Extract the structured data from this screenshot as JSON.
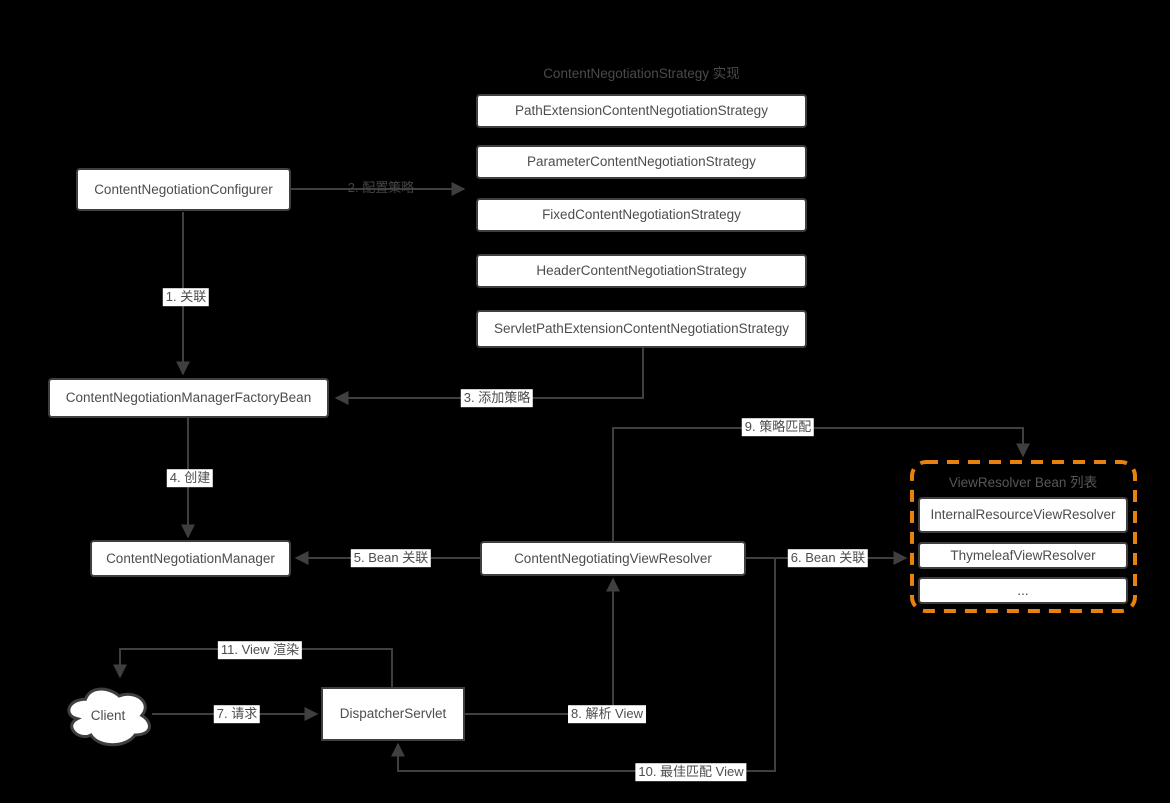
{
  "strategy_group": {
    "title": "ContentNegotiationStrategy 实现",
    "boxes": [
      "PathExtensionContentNegotiationStrategy",
      "ParameterContentNegotiationStrategy",
      "FixedContentNegotiationStrategy",
      "HeaderContentNegotiationStrategy",
      "ServletPathExtensionContentNegotiationStrategy"
    ]
  },
  "resolver_group": {
    "title": "ViewResolver Bean 列表",
    "boxes": [
      "InternalResourceViewResolver",
      "ThymeleafViewResolver",
      "..."
    ]
  },
  "nodes": {
    "configurer": "ContentNegotiationConfigurer",
    "factory_bean": "ContentNegotiationManagerFactoryBean",
    "manager": "ContentNegotiationManager",
    "negotiating_view_resolver": "ContentNegotiatingViewResolver",
    "dispatcher_servlet": "DispatcherServlet",
    "client": "Client"
  },
  "edges": {
    "e1": "1. 关联",
    "e2": "2. 配置策略",
    "e3": "3. 添加策略",
    "e4": "4. 创建",
    "e5": "5. Bean 关联",
    "e6": "6. Bean 关联",
    "e7": "7. 请求",
    "e8": "8. 解析 View",
    "e9": "9. 策略匹配",
    "e10": "10. 最佳匹配 View",
    "e11": "11. View 渲染"
  },
  "colors": {
    "background": "#000000",
    "box_fill": "#ffffff",
    "line": "#3f3f3f",
    "text": "#4d4d4d",
    "accent_orange": "#E8820E"
  }
}
